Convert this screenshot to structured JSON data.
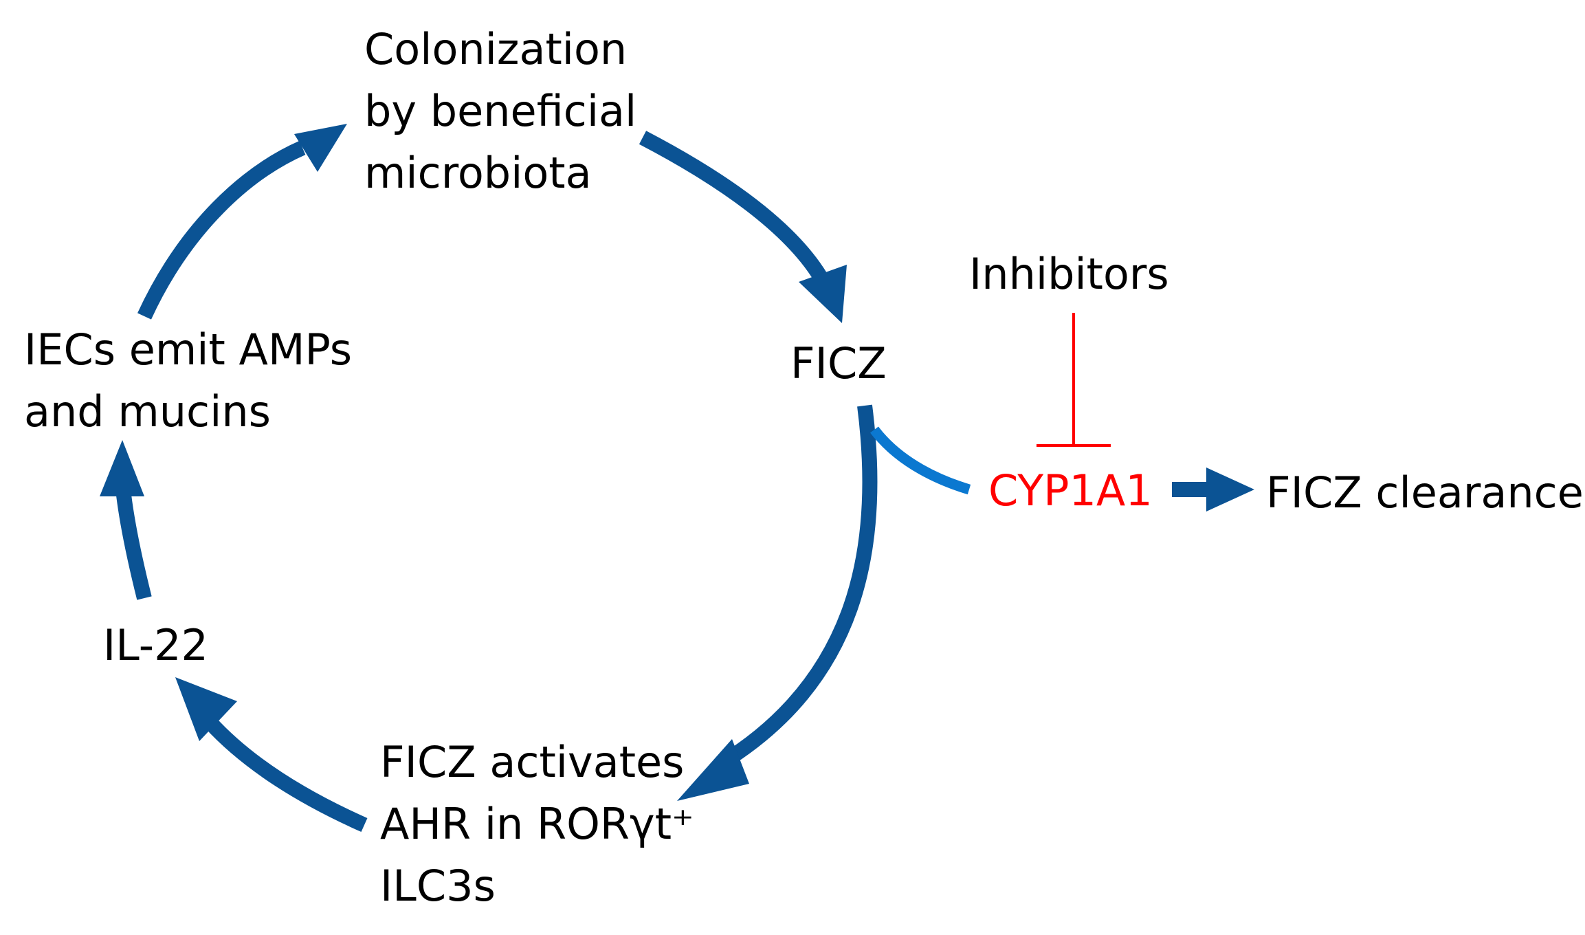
{
  "nodes": {
    "colonization": {
      "lines": [
        "Colonization",
        "by beneficial",
        "microbiota"
      ]
    },
    "ficz": {
      "lines": [
        "FICZ"
      ]
    },
    "ficz_activates": {
      "lines": [
        "FICZ activates",
        "AHR in RORγt⁺",
        "ILC3s"
      ]
    },
    "il22": {
      "lines": [
        "IL-22"
      ]
    },
    "iecs": {
      "lines": [
        "IECs emit AMPs",
        "and mucins"
      ]
    },
    "inhibitors": {
      "lines": [
        "Inhibitors"
      ]
    },
    "cyp1a1": {
      "lines": [
        "CYP1A1"
      ]
    },
    "ficz_clearance": {
      "lines": [
        "FICZ clearance"
      ]
    }
  },
  "colors": {
    "cycle_arrow": "#0b5394",
    "branch_arc": "#0b78d0",
    "inhibition": "#ff0000",
    "text": "#000000",
    "cyp1a1_text": "#ff0000"
  },
  "edges": [
    {
      "from": "colonization",
      "to": "ficz",
      "type": "activation"
    },
    {
      "from": "ficz",
      "to": "ficz_activates",
      "type": "activation"
    },
    {
      "from": "ficz_activates",
      "to": "il22",
      "type": "activation"
    },
    {
      "from": "il22",
      "to": "iecs",
      "type": "activation"
    },
    {
      "from": "iecs",
      "to": "colonization",
      "type": "activation"
    },
    {
      "from": "ficz",
      "to": "cyp1a1",
      "type": "association"
    },
    {
      "from": "inhibitors",
      "to": "cyp1a1",
      "type": "inhibition"
    },
    {
      "from": "cyp1a1",
      "to": "ficz_clearance",
      "type": "activation"
    }
  ]
}
